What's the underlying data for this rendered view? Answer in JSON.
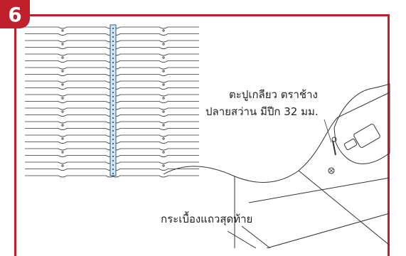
{
  "step": {
    "number": "6"
  },
  "annotations": {
    "screw_line1": "ตะปูเกลียว ตราช้าง",
    "screw_line2": "ปลายสว่าน มีปีก 32 มม.",
    "last_row_tiles": "กระเบื้องแถวสุดท้าย"
  },
  "colors": {
    "accent": "#c0202c",
    "line": "#333333",
    "ridge": "#1f5f8b"
  }
}
